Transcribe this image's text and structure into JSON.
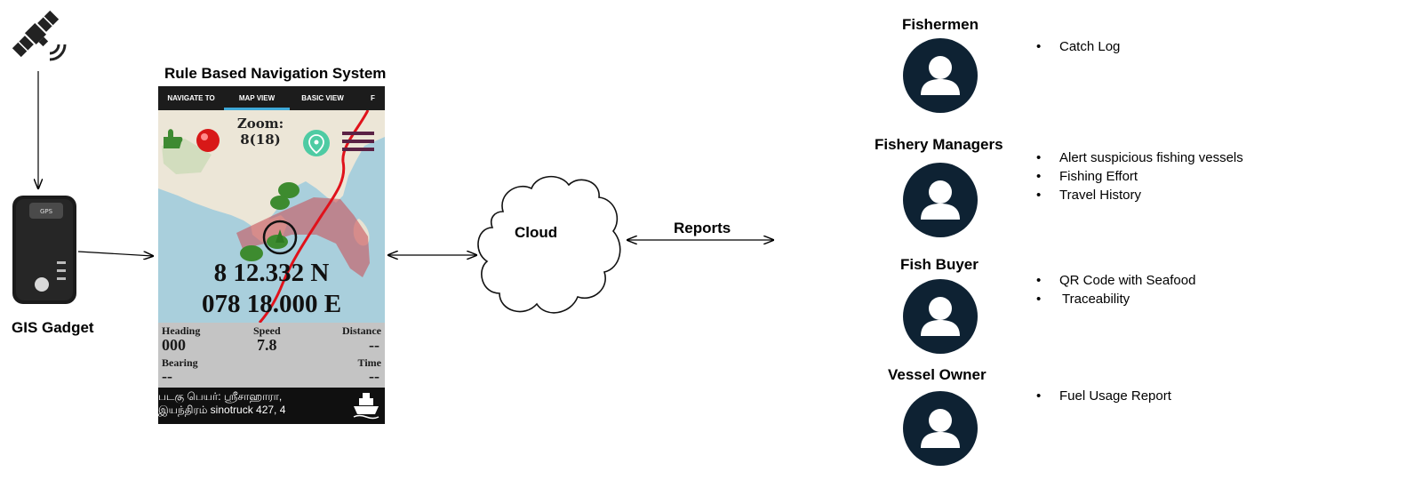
{
  "diagram": {
    "gadget_label": "GIS Gadget",
    "system_title": "Rule Based Navigation System",
    "cloud_label": "Cloud",
    "reports_label": "Reports"
  },
  "app": {
    "tabs": [
      "NAVIGATE TO",
      "MAP VIEW",
      "BASIC VIEW",
      "F"
    ],
    "zoom_label": "Zoom:",
    "zoom_value": "8(18)",
    "latitude": "8 12.332 N",
    "longitude": "078 18.000 E",
    "heading_label": "Heading",
    "heading_value": "000",
    "speed_label": "Speed",
    "speed_value": "7.8",
    "distance_label": "Distance",
    "distance_value": "--",
    "bearing_label": "Bearing",
    "bearing_value": "--",
    "time_label": "Time",
    "time_value": "--",
    "footer_line1": "படகு பெயர்: ஸ்ரீசாஹாரா,",
    "footer_line2": "இயந்திரம் sinotruck 427, 4"
  },
  "stakeholders": [
    {
      "name": "Fishermen",
      "reports": [
        "Catch Log"
      ]
    },
    {
      "name": "Fishery Managers",
      "reports": [
        "Alert suspicious fishing vessels",
        "Fishing Effort",
        "Travel History"
      ]
    },
    {
      "name": "Fish Buyer",
      "reports": [
        "QR Code with Seafood",
        "Traceability"
      ]
    },
    {
      "name": "Vessel Owner",
      "reports": [
        "Fuel Usage Report"
      ]
    }
  ],
  "colors": {
    "avatar": "#0e2233",
    "route": "#e0121b",
    "zone": "#c9545c"
  }
}
